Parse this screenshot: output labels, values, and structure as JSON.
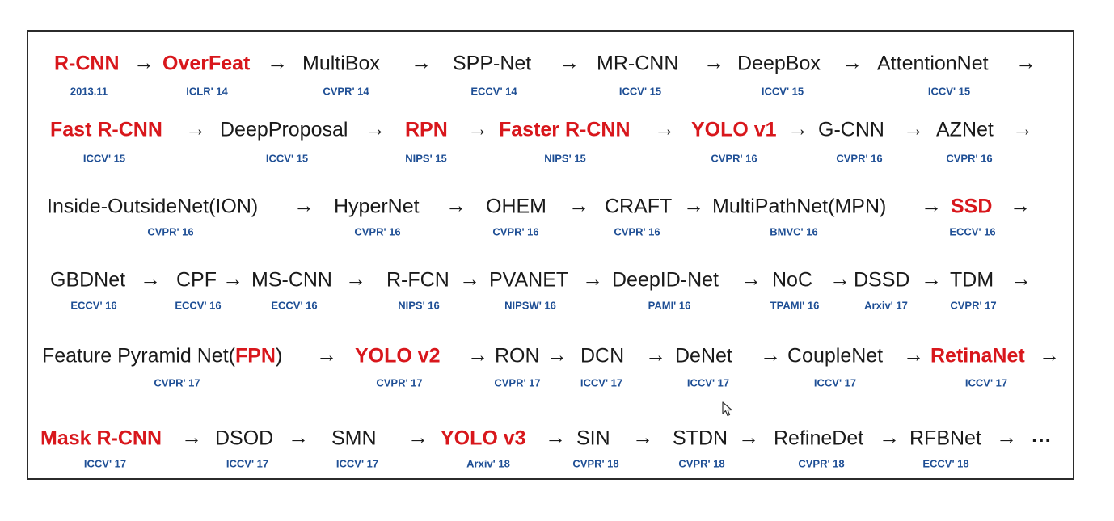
{
  "arrow_glyph": "→",
  "rows": [
    [
      {
        "name": "R-CNN",
        "venue": "2013.11",
        "hl": true
      },
      {
        "name": "OverFeat",
        "venue": "ICLR' 14",
        "hl": true
      },
      {
        "name": "MultiBox",
        "venue": "CVPR' 14"
      },
      {
        "name": "SPP-Net",
        "venue": "ECCV' 14"
      },
      {
        "name": "MR-CNN",
        "venue": "ICCV' 15"
      },
      {
        "name": "DeepBox",
        "venue": "ICCV' 15"
      },
      {
        "name": "AttentionNet",
        "venue": "ICCV' 15"
      }
    ],
    [
      {
        "name": "Fast R-CNN",
        "venue": "ICCV' 15",
        "hl": true
      },
      {
        "name": "DeepProposal",
        "venue": "ICCV' 15"
      },
      {
        "name": "RPN",
        "venue": "NIPS' 15",
        "hl": true
      },
      {
        "name": "Faster R-CNN",
        "venue": "NIPS' 15",
        "hl": true
      },
      {
        "name": "YOLO v1",
        "venue": "CVPR' 16",
        "hl": true
      },
      {
        "name": "G-CNN",
        "venue": "CVPR' 16"
      },
      {
        "name": "AZNet",
        "venue": "CVPR' 16"
      }
    ],
    [
      {
        "name": "Inside-OutsideNet(ION)",
        "venue": "CVPR' 16"
      },
      {
        "name": "HyperNet",
        "venue": "CVPR' 16"
      },
      {
        "name": "OHEM",
        "venue": "CVPR' 16"
      },
      {
        "name": "CRAFT",
        "venue": "CVPR' 16"
      },
      {
        "name": "MultiPathNet(MPN)",
        "venue": "BMVC' 16"
      },
      {
        "name": "SSD",
        "venue": "ECCV' 16",
        "hl": true
      }
    ],
    [
      {
        "name": "GBDNet",
        "venue": "ECCV' 16"
      },
      {
        "name": "CPF",
        "venue": "ECCV' 16"
      },
      {
        "name": "MS-CNN",
        "venue": "ECCV' 16"
      },
      {
        "name": "R-FCN",
        "venue": "NIPS' 16"
      },
      {
        "name": "PVANET",
        "venue": "NIPSW' 16"
      },
      {
        "name": "DeepID-Net",
        "venue": "PAMI' 16"
      },
      {
        "name": "NoC",
        "venue": "TPAMI' 16"
      },
      {
        "name": "DSSD",
        "venue": "Arxiv' 17"
      },
      {
        "name": "TDM",
        "venue": "CVPR' 17"
      }
    ],
    [
      {
        "name_pre": "Feature Pyramid Net(",
        "name_hl": "FPN",
        "name_post": ")",
        "venue": "CVPR' 17"
      },
      {
        "name": "YOLO v2",
        "venue": "CVPR' 17",
        "hl": true
      },
      {
        "name": "RON",
        "venue": "CVPR' 17"
      },
      {
        "name": "DCN",
        "venue": "ICCV' 17"
      },
      {
        "name": "DeNet",
        "venue": "ICCV' 17"
      },
      {
        "name": "CoupleNet",
        "venue": "ICCV' 17"
      },
      {
        "name": "RetinaNet",
        "venue": "ICCV' 17",
        "hl": true
      }
    ],
    [
      {
        "name": "Mask R-CNN",
        "venue": "ICCV' 17",
        "hl": true
      },
      {
        "name": "DSOD",
        "venue": "ICCV' 17"
      },
      {
        "name": "SMN",
        "venue": "ICCV' 17"
      },
      {
        "name": "YOLO v3",
        "venue": "Arxiv' 18",
        "hl": true
      },
      {
        "name": "SIN",
        "venue": "CVPR' 18"
      },
      {
        "name": "STDN",
        "venue": "CVPR' 18"
      },
      {
        "name": "RefineDet",
        "venue": "CVPR' 18"
      },
      {
        "name": "RFBNet",
        "venue": "ECCV' 18"
      }
    ]
  ],
  "trailing": "…",
  "colors": {
    "highlight": "#d8171c",
    "venue": "#1f4f95",
    "text": "#1a1a1a",
    "border": "#2b2b2b"
  }
}
